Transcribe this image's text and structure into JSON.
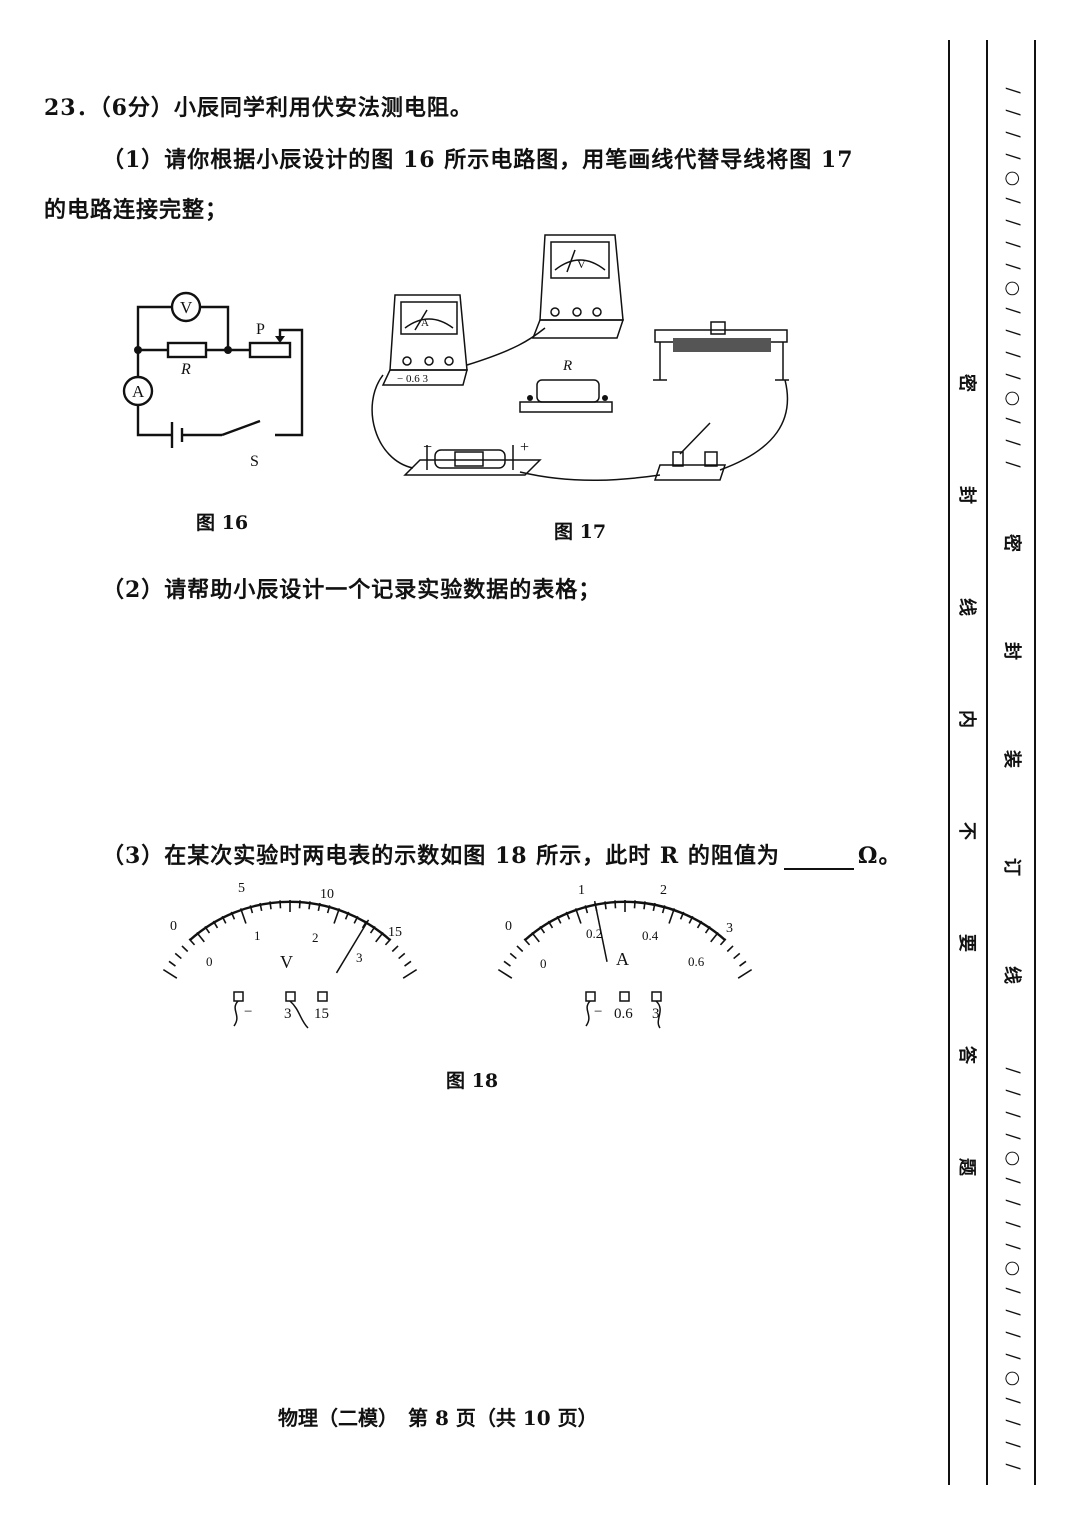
{
  "question": {
    "header": "23．（6分）小辰同学利用伏安法测电阻。",
    "part1_line1": "（1）请你根据小辰设计的图 16 所示电路图，用笔画线代替导线将图 17",
    "part1_line2": "的电路连接完整；",
    "part2": "（2）请帮助小辰设计一个记录实验数据的表格；",
    "part3_before": "（3）在某次实验时两电表的示数如图 18 所示，此时 R 的阻值为",
    "part3_after": "Ω。"
  },
  "figures": {
    "fig16": {
      "caption": "图 16",
      "labels": {
        "voltmeter": "V",
        "ammeter": "A",
        "resistor": "R",
        "slider": "P",
        "switch": "S"
      }
    },
    "fig17": {
      "caption": "图 17",
      "labels": {
        "resistor": "R",
        "neg": "−",
        "pos": "+",
        "voltmeter": "V",
        "ammeter": "A",
        "amm_terms": "− 0.6 3"
      }
    },
    "fig18": {
      "caption": "图 18",
      "voltmeter": {
        "unit": "V",
        "outer_ticks": [
          "0",
          "5",
          "10",
          "15"
        ],
        "inner_ticks": [
          "0",
          "1",
          "2",
          "3"
        ],
        "terminals": [
          "−",
          "3",
          "15"
        ],
        "reading_fraction": 0.77
      },
      "ammeter": {
        "unit": "A",
        "outer_ticks": [
          "0",
          "1",
          "2",
          "3"
        ],
        "inner_ticks": [
          "0",
          "0.2",
          "0.4",
          "0.6"
        ],
        "terminals": [
          "−",
          "0.6",
          "3"
        ],
        "reading_fraction": 0.4
      }
    }
  },
  "footer": "物理（二模）　第 8 页（共 10 页）",
  "binding_text": [
    "密",
    "封",
    "线",
    "内",
    "不",
    "要",
    "答",
    "题"
  ],
  "binding_text_inner": [
    "密",
    "封",
    "装",
    "订",
    "线"
  ]
}
